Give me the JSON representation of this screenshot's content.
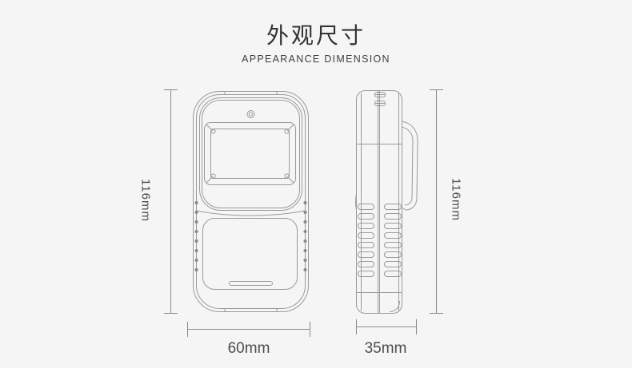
{
  "header": {
    "title": "外观尺寸",
    "subtitle": "APPEARANCE DIMENSION"
  },
  "dimensions": {
    "front_height": "116mm",
    "front_width": "60mm",
    "side_height": "116mm",
    "side_depth": "35mm"
  },
  "colors": {
    "background": "#f5f5f5",
    "drawing_line": "#9a9a9a",
    "dimension_line": "#8a8a8a",
    "title_text": "#333333",
    "subtitle_text": "#3f3f3f",
    "dimension_text": "#4d4d4d"
  }
}
